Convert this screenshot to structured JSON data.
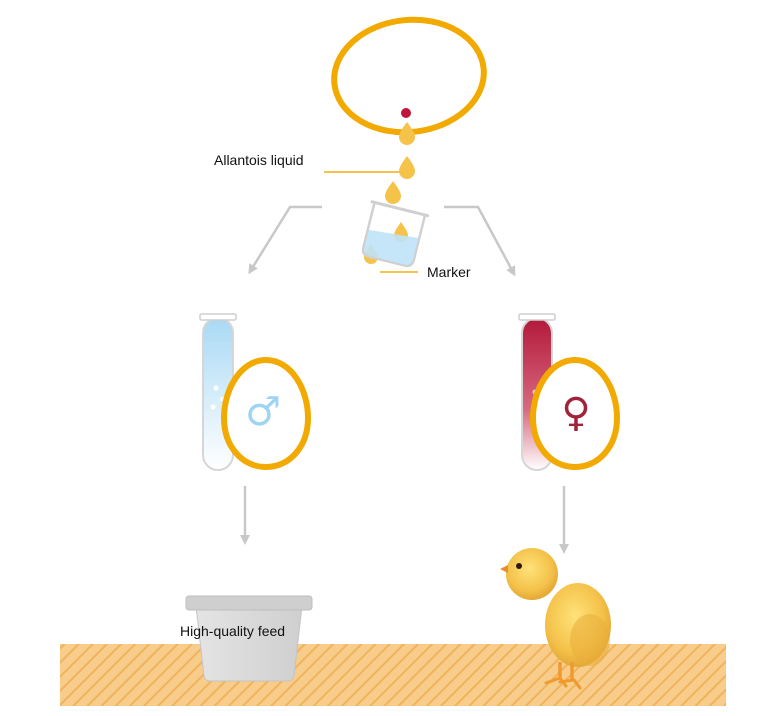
{
  "labels": {
    "allantois": "Allantois liquid",
    "marker": "Marker",
    "feed": "High-quality feed"
  },
  "symbols": {
    "male": "♂",
    "female": "♀"
  },
  "colors": {
    "egg_outline": "#f2a900",
    "droplet": "#f6c34a",
    "blood_drop": "#c0143c",
    "arrow": "#c8c8c8",
    "male_fluid": "#bfe3f7",
    "female_fluid": "#b81f3f",
    "male_symbol": "#9fd4f2",
    "female_symbol": "#a3213b",
    "ground": "#f6c27a",
    "ground_hatch": "#eea94d",
    "bucket": "#d8d8d8"
  }
}
